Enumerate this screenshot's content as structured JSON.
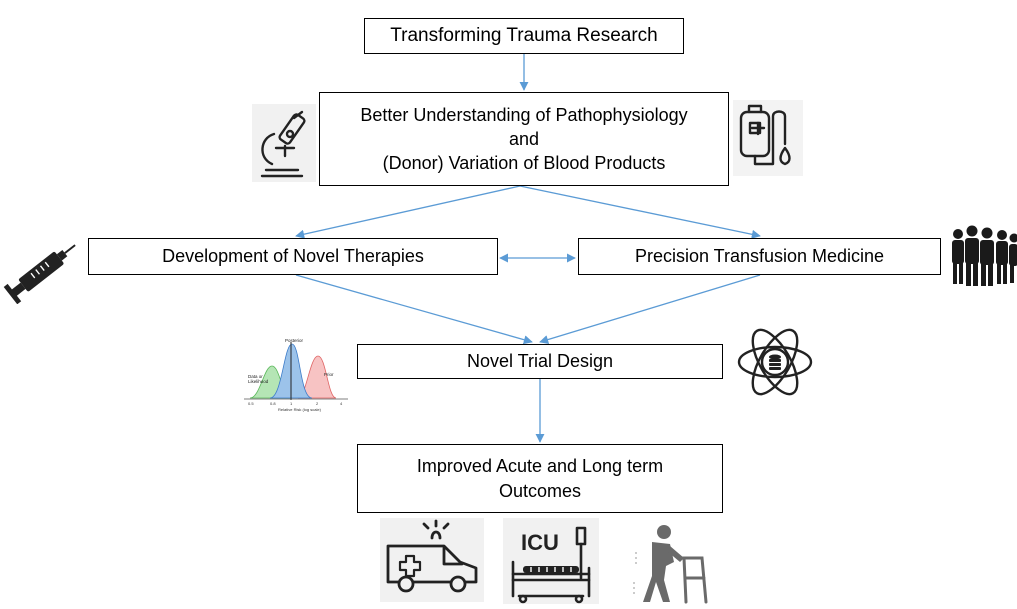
{
  "boxes": {
    "top": "Transforming Trauma Research",
    "second": {
      "line1": "Better Understanding of Pathophysiology",
      "line2": "and",
      "line3": "(Donor) Variation of Blood Products"
    },
    "left": "Development of Novel Therapies",
    "right": "Precision Transfusion Medicine",
    "trial": "Novel Trial Design",
    "bottom": {
      "line1": "Improved Acute and Long term",
      "line2": "Outcomes"
    }
  },
  "distribution_plot": {
    "labels": {
      "posterior": "Posterior",
      "data_line1": "Data or",
      "data_line2": "Likelihood",
      "prior": "Prior",
      "xlabel": "Relative Risk (log scale)"
    },
    "ticks": [
      "0.5",
      "0.8",
      "1",
      "2",
      "4"
    ]
  },
  "icons": {
    "microscope": "microscope-icon",
    "blood_bag": "blood-bag-icon",
    "syringe": "syringe-icon",
    "group": "people-group-icon",
    "database_atom": "database-atom-icon",
    "ambulance": "ambulance-icon",
    "icu": "icu-bed-icon",
    "walker": "elderly-walker-icon"
  },
  "colors": {
    "arrow": "#5b9bd5",
    "box_border": "#000000",
    "curve_green": "#7fcf7f",
    "curve_blue": "#6fa8dc",
    "curve_red": "#f4a6a6"
  }
}
